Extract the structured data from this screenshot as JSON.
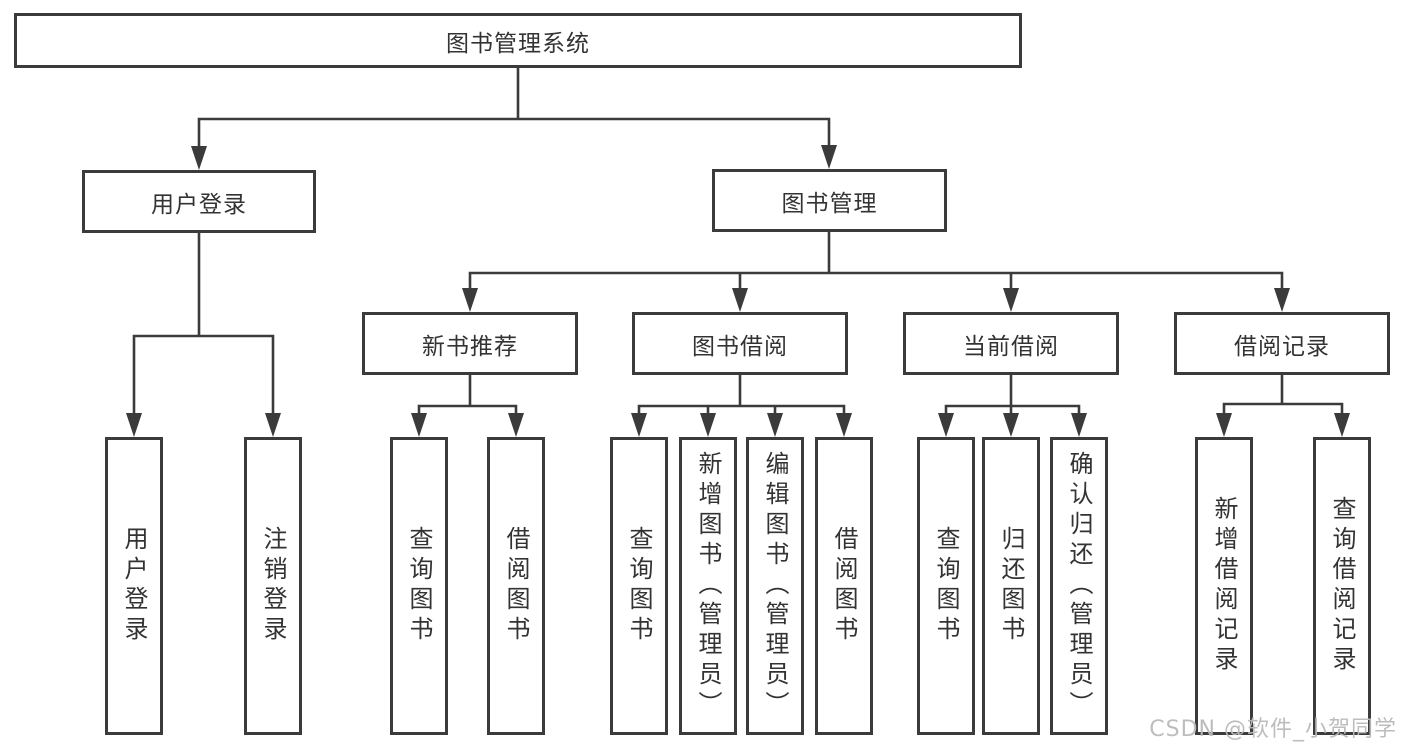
{
  "tree": {
    "root": {
      "label": "图书管理系统",
      "children": [
        {
          "label": "用户登录",
          "children": [
            {
              "label": "用户登录"
            },
            {
              "label": "注销登录"
            }
          ]
        },
        {
          "label": "图书管理",
          "children": [
            {
              "label": "新书推荐",
              "children": [
                {
                  "label": "查询图书"
                },
                {
                  "label": "借阅图书"
                }
              ]
            },
            {
              "label": "图书借阅",
              "children": [
                {
                  "label": "查询图书"
                },
                {
                  "label": "新增图书（管理员）"
                },
                {
                  "label": "编辑图书（管理员）"
                },
                {
                  "label": "借阅图书"
                }
              ]
            },
            {
              "label": "当前借阅",
              "children": [
                {
                  "label": "查询图书"
                },
                {
                  "label": "归还图书"
                },
                {
                  "label": "确认归还（管理员）"
                }
              ]
            },
            {
              "label": "借阅记录",
              "children": [
                {
                  "label": "新增借阅记录"
                },
                {
                  "label": "查询借阅记录"
                }
              ]
            }
          ]
        }
      ]
    }
  },
  "watermark": {
    "text": "CSDN @软件_小贺同学"
  },
  "colors": {
    "line": "#3b3b3b",
    "box_border": "#3b3b3b",
    "text": "#333333",
    "background": "#ffffff",
    "watermark": "#b9b9b9"
  }
}
